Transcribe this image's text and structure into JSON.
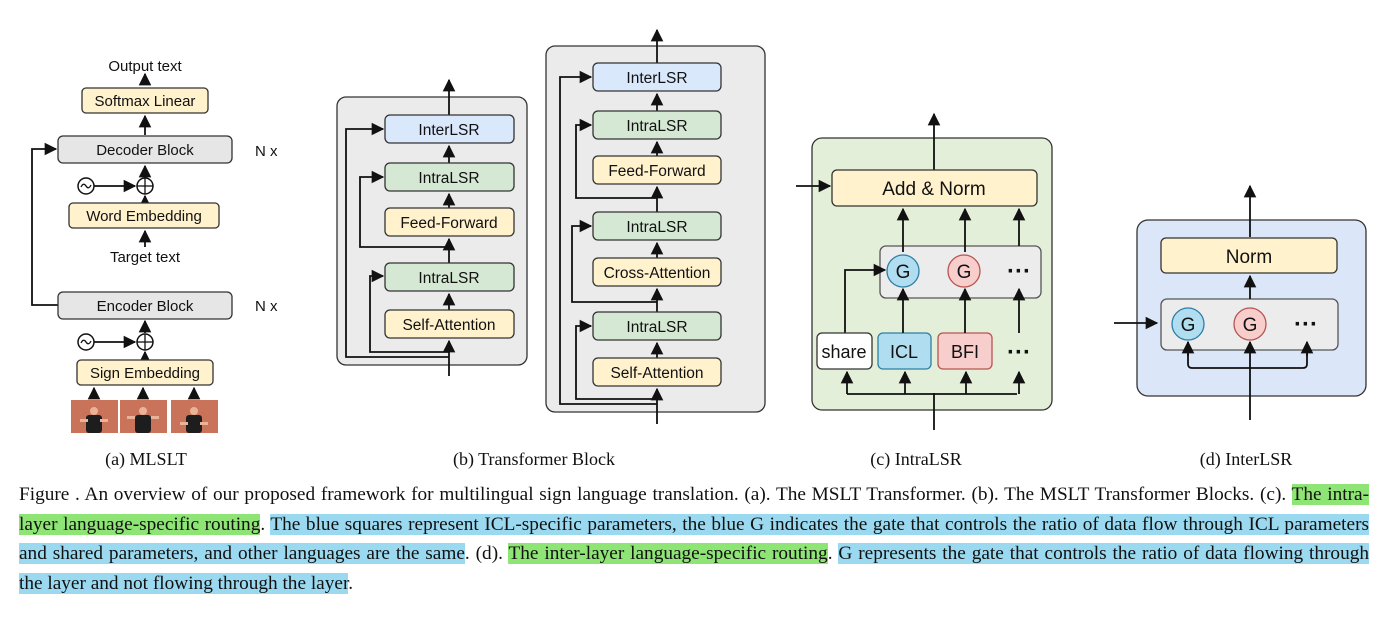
{
  "panel_a": {
    "output_text": "Output text",
    "softmax": "Softmax Linear",
    "decoder": "Decoder Block",
    "nx_decoder": "N x",
    "word_embedding": "Word Embedding",
    "target_text": "Target text",
    "encoder": "Encoder Block",
    "nx_encoder": "N x",
    "sign_embedding": "Sign Embedding",
    "caption": "(a) MLSLT"
  },
  "panel_b": {
    "small": {
      "interlsr": "InterLSR",
      "intralsr_top": "IntraLSR",
      "ff": "Feed-Forward",
      "intralsr_bottom": "IntraLSR",
      "self_attn": "Self-Attention"
    },
    "large": {
      "interlsr": "InterLSR",
      "intralsr_1": "IntraLSR",
      "ff": "Feed-Forward",
      "intralsr_2": "IntraLSR",
      "cross_attn": "Cross-Attention",
      "intralsr_3": "IntraLSR",
      "self_attn": "Self-Attention"
    },
    "caption": "(b) Transformer Block"
  },
  "panel_c": {
    "add_norm": "Add & Norm",
    "g1": "G",
    "g2": "G",
    "dots_top": "···",
    "share": "share",
    "icl": "ICL",
    "bfi": "BFI",
    "dots_bottom": "···",
    "caption": "(c) IntraLSR"
  },
  "panel_d": {
    "norm": "Norm",
    "g1": "G",
    "g2": "G",
    "dots": "···",
    "caption": "(d) InterLSR"
  },
  "figure_caption": {
    "p1": "Figure  . An overview of our proposed framework for multilingual sign language translation. (a). The MSLT Transformer. (b). The MSLT Transformer Blocks. (c). ",
    "h1": "The intra-layer language-specific routing",
    "p2": ". ",
    "h2": "The blue squares represent ICL-specific parameters, the blue G indicates the gate that controls the ratio of data flow through ICL parameters and shared parameters, and other languages are the same",
    "p3": ". (d). ",
    "h3": "The inter-layer language-specific routing",
    "p4": ". ",
    "h4": "G represents the gate that controls the ratio of data flowing through the layer and not flowing through the layer",
    "p5": "."
  },
  "colors": {
    "yellow_box": "#fff2cc",
    "grey_box": "#e6e6e6",
    "green_box": "#d5e8d4",
    "blue_box": "#dae8fc",
    "panel_grey": "#ebebeb",
    "panel_green": "#e3efd9",
    "panel_blue": "#dbe6f8",
    "gate_blue": "#b1ddf0",
    "gate_red": "#f8cecc",
    "highlight_green": "#8ee474",
    "highlight_blue": "#9ad9f0"
  }
}
